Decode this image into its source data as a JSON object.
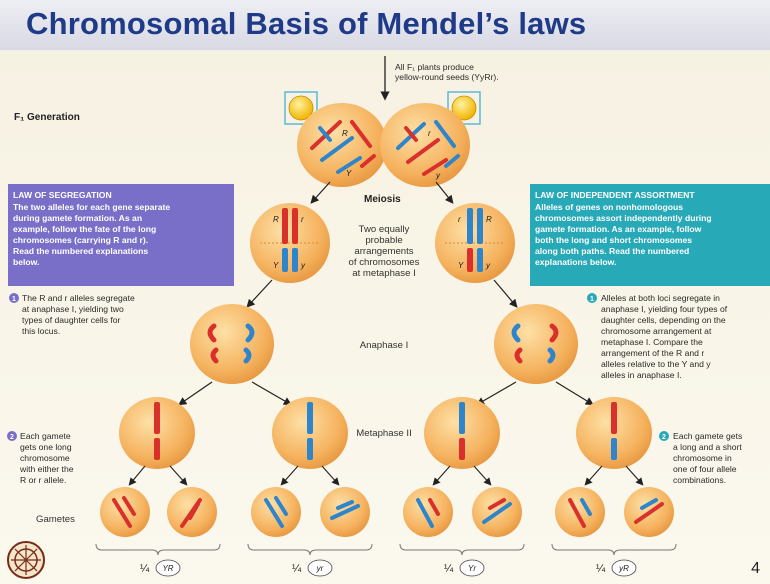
{
  "title": "Chromosomal Basis of Mendel’s laws",
  "page_number": "4",
  "top_note": [
    "All F₁ plants produce",
    "yellow-round seeds (YyRr)."
  ],
  "f1_label": "F₁ Generation",
  "meiosis_label": "Meiosis",
  "two_equally": [
    "Two equally",
    "probable",
    "arrangements",
    "of chromosomes",
    "at metaphase I"
  ],
  "anaphase_label": "Anaphase I",
  "metaphase2_label": "Metaphase II",
  "gametes_label": "Gametes",
  "segregation": {
    "heading": "LAW OF SEGREGATION",
    "lines": [
      "The two alleles for each gene separate",
      "during gamete formation. As an",
      "example, follow the fate of the long",
      "chromosomes (carrying R and r).",
      "Read the numbered explanations",
      "below."
    ]
  },
  "independent": {
    "heading": "LAW OF INDEPENDENT ASSORTMENT",
    "lines": [
      "Alleles of genes on nonhomologous",
      "chromosomes assort independently during",
      "gamete formation. As an example, follow",
      "both the long and short chromosomes",
      "along both paths. Read the numbered",
      "explanations below."
    ]
  },
  "note1_left": [
    "The R and r alleles segregate",
    "at anaphase I, yielding two",
    "types of daughter cells for",
    "this locus."
  ],
  "note1_right": [
    "Alleles at both loci segregate in",
    "anaphase I, yielding four types of",
    "daughter cells, depending on the",
    "chromosome arrangement at",
    "metaphase I. Compare the",
    "arrangement of the R and r",
    "alleles relative to the Y and y",
    "alleles in anaphase I."
  ],
  "note2_left": [
    "Each gamete",
    "gets one long",
    "chromosome",
    "with either the",
    "R or r allele."
  ],
  "note2_right": [
    "Each gamete gets",
    "a long and a short",
    "chromosome in",
    "one of four allele",
    "combinations."
  ],
  "num1": "1",
  "num2": "2",
  "fractions": [
    {
      "frac": "¼",
      "genotype": "YR"
    },
    {
      "frac": "¼",
      "genotype": "yr"
    },
    {
      "frac": "¼",
      "genotype": "Yr"
    },
    {
      "frac": "¼",
      "genotype": "yR"
    }
  ],
  "alleles": {
    "R": "R",
    "r": "r",
    "Y": "Y",
    "y": "y"
  },
  "colors": {
    "title": "#1f3b87",
    "segregation_box": "#7a6fc8",
    "assortment_box": "#28a9b7",
    "cell": "#f5b25e",
    "red_chrom": "#d9302b",
    "blue_chrom": "#2f85cc",
    "seed": "#f7c21a"
  }
}
